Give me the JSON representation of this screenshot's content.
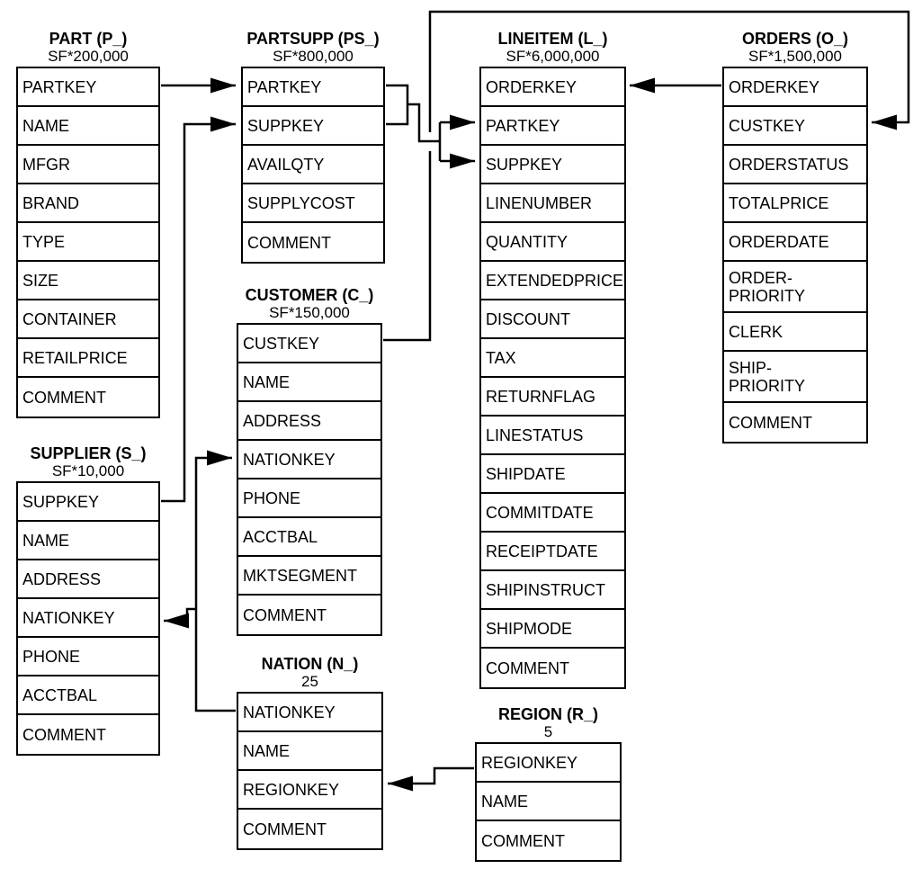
{
  "diagram": {
    "kind": "database-schema",
    "colors": {
      "line": "#000000",
      "text": "#000000",
      "background": "#ffffff"
    }
  },
  "tables": {
    "part": {
      "title": "PART (P_)",
      "cardinality": "SF*200,000",
      "columns": [
        "PARTKEY",
        "NAME",
        "MFGR",
        "BRAND",
        "TYPE",
        "SIZE",
        "CONTAINER",
        "RETAILPRICE",
        "COMMENT"
      ]
    },
    "partsupp": {
      "title": "PARTSUPP (PS_)",
      "cardinality": "SF*800,000",
      "columns": [
        "PARTKEY",
        "SUPPKEY",
        "AVAILQTY",
        "SUPPLYCOST",
        "COMMENT"
      ]
    },
    "lineitem": {
      "title": "LINEITEM (L_)",
      "cardinality": "SF*6,000,000",
      "columns": [
        "ORDERKEY",
        "PARTKEY",
        "SUPPKEY",
        "LINENUMBER",
        "QUANTITY",
        "EXTENDEDPRICE",
        "DISCOUNT",
        "TAX",
        "RETURNFLAG",
        "LINESTATUS",
        "SHIPDATE",
        "COMMITDATE",
        "RECEIPTDATE",
        "SHIPINSTRUCT",
        "SHIPMODE",
        "COMMENT"
      ]
    },
    "orders": {
      "title": "ORDERS (O_)",
      "cardinality": "SF*1,500,000",
      "columns": [
        "ORDERKEY",
        "CUSTKEY",
        "ORDERSTATUS",
        "TOTALPRICE",
        "ORDERDATE",
        "ORDER-\nPRIORITY",
        "CLERK",
        "SHIP-\nPRIORITY",
        "COMMENT"
      ]
    },
    "customer": {
      "title": "CUSTOMER (C_)",
      "cardinality": "SF*150,000",
      "columns": [
        "CUSTKEY",
        "NAME",
        "ADDRESS",
        "NATIONKEY",
        "PHONE",
        "ACCTBAL",
        "MKTSEGMENT",
        "COMMENT"
      ]
    },
    "supplier": {
      "title": "SUPPLIER (S_)",
      "cardinality": "SF*10,000",
      "columns": [
        "SUPPKEY",
        "NAME",
        "ADDRESS",
        "NATIONKEY",
        "PHONE",
        "ACCTBAL",
        "COMMENT"
      ]
    },
    "nation": {
      "title": "NATION (N_)",
      "cardinality": "25",
      "columns": [
        "NATIONKEY",
        "NAME",
        "REGIONKEY",
        "COMMENT"
      ]
    },
    "region": {
      "title": "REGION (R_)",
      "cardinality": "5",
      "columns": [
        "REGIONKEY",
        "NAME",
        "COMMENT"
      ]
    }
  },
  "relationships": [
    {
      "from": "PART.PARTKEY",
      "to": "PARTSUPP.PARTKEY"
    },
    {
      "from": "SUPPLIER.SUPPKEY",
      "to": "PARTSUPP.SUPPKEY"
    },
    {
      "from": "PARTSUPP.PARTKEY",
      "to": "LINEITEM.PARTKEY"
    },
    {
      "from": "PARTSUPP.SUPPKEY",
      "to": "LINEITEM.SUPPKEY"
    },
    {
      "from": "ORDERS.ORDERKEY",
      "to": "LINEITEM.ORDERKEY"
    },
    {
      "from": "CUSTOMER.CUSTKEY",
      "to": "ORDERS.CUSTKEY"
    },
    {
      "from": "NATION.NATIONKEY",
      "to": "CUSTOMER.NATIONKEY"
    },
    {
      "from": "NATION.NATIONKEY",
      "to": "SUPPLIER.NATIONKEY"
    },
    {
      "from": "REGION.REGIONKEY",
      "to": "NATION.REGIONKEY"
    }
  ]
}
